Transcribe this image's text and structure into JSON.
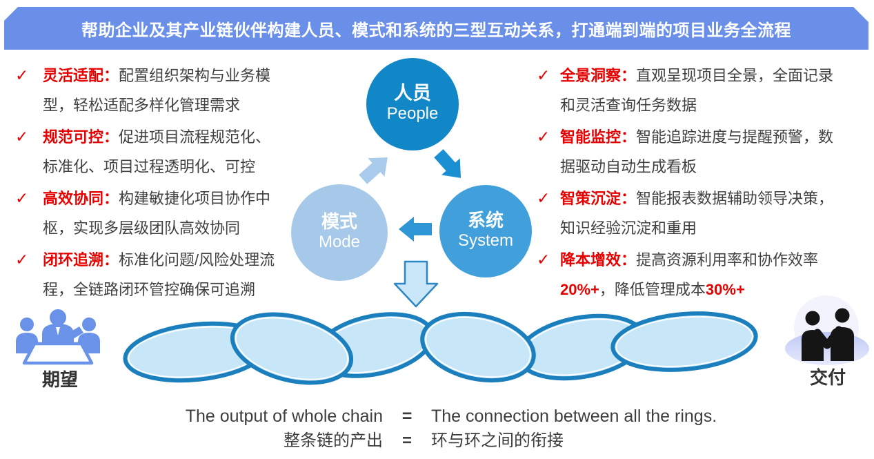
{
  "banner": {
    "text": "帮助企业及其产业链伙伴构建人员、模式和系统的三型互动关系，打通端到端的项目业务全流程"
  },
  "icons": {
    "check": "✓"
  },
  "left_features": [
    {
      "label": "灵活适配：",
      "text": "配置组织架构与业务模型，轻松适配多样化管理需求"
    },
    {
      "label": "规范可控：",
      "text": "促进项目流程规范化、标准化、项目过程透明化、可控"
    },
    {
      "label": "高效协同：",
      "text": "构建敏捷化项目协作中枢，实现多层级团队高效协同"
    },
    {
      "label": "闭环追溯：",
      "text": "标准化问题/风险处理流程，全链路闭环管控确保可追溯"
    }
  ],
  "right_features": [
    {
      "label": "全景洞察：",
      "text": "直观呈现项目全景，全面记录和灵活查询任务数据"
    },
    {
      "label": "智能监控：",
      "text": "智能追踪进度与提醒预警，数据驱动自动生成看板"
    },
    {
      "label": "智策沉淀：",
      "text": "智能报表数据辅助领导决策，知识经验沉淀和重用"
    },
    {
      "label": "降本增效：",
      "text": "提高资源利用率和协作效率",
      "highlight1": "20%+",
      "text2": "，降低管理成本",
      "highlight2": "30%+"
    }
  ],
  "cycle": {
    "people": {
      "zh": "人员",
      "en": "People",
      "color": "#1187C8"
    },
    "mode": {
      "zh": "模式",
      "en": "Mode",
      "color": "#A6C9E9"
    },
    "system": {
      "zh": "系统",
      "en": "System",
      "color": "#41A0DB"
    }
  },
  "chain": {
    "left_label": "期望",
    "right_label": "交付",
    "ring_count": 6
  },
  "equation": {
    "en_left": "The output of whole chain",
    "en_eq": "=",
    "en_right": "The connection between all the rings.",
    "zh_left": "整条链的产出",
    "zh_eq": "=",
    "zh_right": "环与环之间的衔接"
  },
  "colors": {
    "banner_bg": "#6A8FE9",
    "accent_red": "#E60000",
    "body_text": "#404040",
    "people_circle": "#1187C8",
    "system_circle": "#41A0DB",
    "mode_circle": "#A6C9E9",
    "arrow_light": "#A9CCEC",
    "arrow_dark": "#1A90D2",
    "arrow_mid": "#2E96D5",
    "down_arrow_fill": "#C9E7F8",
    "down_arrow_stroke": "#2D85C4",
    "chain_fill": "#C7E7F9",
    "chain_stroke": "#1B7FBE",
    "meeting_icon_blue": "#6A92E8",
    "delivery_icon_black": "#151515"
  }
}
